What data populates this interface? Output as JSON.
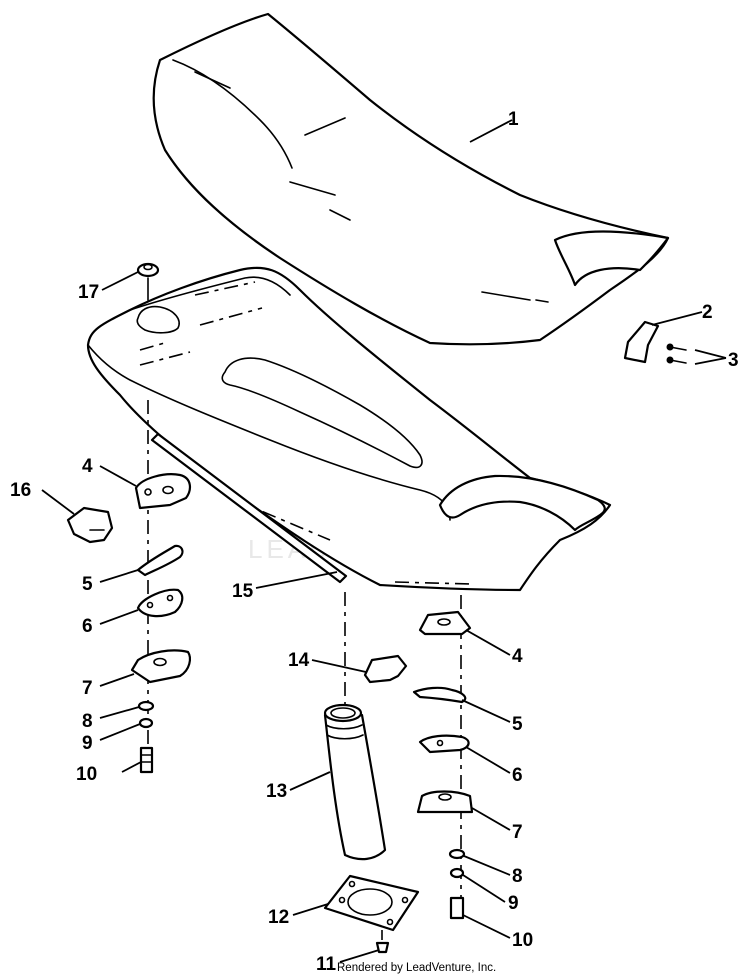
{
  "watermark": {
    "text": "LEADVENTURE"
  },
  "credit": {
    "text": "Rendered by LeadVenture, Inc."
  },
  "callouts": [
    {
      "id": "c1",
      "label": "1"
    },
    {
      "id": "c2",
      "label": "2"
    },
    {
      "id": "c3",
      "label": "3"
    },
    {
      "id": "c4a",
      "label": "4"
    },
    {
      "id": "c4b",
      "label": "4"
    },
    {
      "id": "c5a",
      "label": "5"
    },
    {
      "id": "c5b",
      "label": "5"
    },
    {
      "id": "c6a",
      "label": "6"
    },
    {
      "id": "c6b",
      "label": "6"
    },
    {
      "id": "c7a",
      "label": "7"
    },
    {
      "id": "c7b",
      "label": "7"
    },
    {
      "id": "c8a",
      "label": "8"
    },
    {
      "id": "c8b",
      "label": "8"
    },
    {
      "id": "c9a",
      "label": "9"
    },
    {
      "id": "c9b",
      "label": "9"
    },
    {
      "id": "c10a",
      "label": "10"
    },
    {
      "id": "c10b",
      "label": "10"
    },
    {
      "id": "c11",
      "label": "11"
    },
    {
      "id": "c12",
      "label": "12"
    },
    {
      "id": "c13",
      "label": "13"
    },
    {
      "id": "c14",
      "label": "14"
    },
    {
      "id": "c15",
      "label": "15"
    },
    {
      "id": "c16",
      "label": "16"
    },
    {
      "id": "c17",
      "label": "17"
    }
  ]
}
